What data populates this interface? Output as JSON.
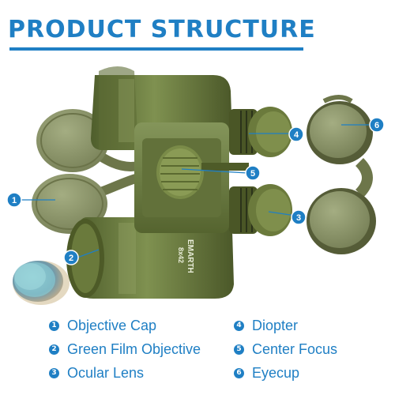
{
  "title": "PRODUCT STRUCTURE",
  "brand_marking": "EMARTH",
  "model_marking": "8x42",
  "colors": {
    "accent": "#1f7fc4",
    "body_green": "#6f8045",
    "cap_green": "#8d9768"
  },
  "markers": [
    {
      "number": "1",
      "label": "Objective Cap"
    },
    {
      "number": "2",
      "label": "Green Film Objective"
    },
    {
      "number": "3",
      "label": "Ocular Lens"
    },
    {
      "number": "4",
      "label": "Diopter"
    },
    {
      "number": "5",
      "label": "Center Focus"
    },
    {
      "number": "6",
      "label": "Eyecup"
    }
  ]
}
